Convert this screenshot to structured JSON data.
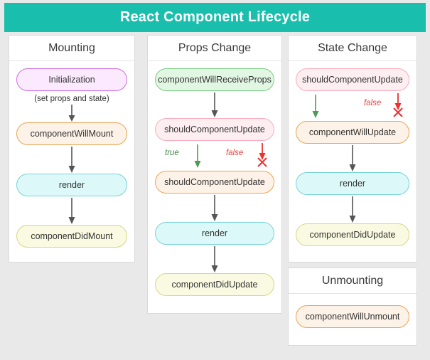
{
  "header": {
    "title": "React Component Lifecycle",
    "bg_color": "#19bfac",
    "text_color": "#ffffff"
  },
  "colors": {
    "background": "#e9e9e9",
    "panel": "#ffffff",
    "purple_border": "#d06fe0",
    "purple_fill": "#fbe9fd",
    "orange_border": "#eaa454",
    "orange_fill": "#fdf2e7",
    "cyan_border": "#77d2d4",
    "cyan_fill": "#ddf8f8",
    "yellow_border": "#d6d68a",
    "yellow_fill": "#fafae2",
    "green_border": "#78cd82",
    "green_fill": "#e2f7e3",
    "pink_border": "#f8adbd",
    "pink_fill": "#fdeef1",
    "true_label": "#3d8b43",
    "false_label": "#f04040",
    "arrow_gray": "#555555",
    "arrow_green": "#4f9b57",
    "arrow_red": "#f03030"
  },
  "chart_data": {
    "type": "diagram",
    "title": "React Component Lifecycle",
    "columns": [
      {
        "id": "mounting",
        "title": "Mounting",
        "nodes": [
          {
            "label": "Initialization",
            "color": "purple",
            "note": "(set props and state)"
          },
          {
            "label": "componentWillMount",
            "color": "orange"
          },
          {
            "label": "render",
            "color": "cyan"
          },
          {
            "label": "componentDidMount",
            "color": "yellow"
          }
        ],
        "edges": [
          {
            "from": "Initialization",
            "to": "componentWillMount",
            "label": "",
            "style": "gray"
          },
          {
            "from": "componentWillMount",
            "to": "render",
            "label": "",
            "style": "gray"
          },
          {
            "from": "render",
            "to": "componentDidMount",
            "label": "",
            "style": "gray"
          }
        ]
      },
      {
        "id": "props-change",
        "title": "Props Change",
        "nodes": [
          {
            "label": "componentWillReceiveProps",
            "color": "green"
          },
          {
            "label": "shouldComponentUpdate",
            "color": "pink"
          },
          {
            "label": "shouldComponentUpdate",
            "color": "orange"
          },
          {
            "label": "render",
            "color": "cyan"
          },
          {
            "label": "componentDidUpdate",
            "color": "yellow"
          }
        ],
        "edges": [
          {
            "from": "componentWillReceiveProps",
            "to": "shouldComponentUpdate",
            "label": "",
            "style": "gray"
          },
          {
            "from": "shouldComponentUpdate",
            "to": "shouldComponentUpdate",
            "label": "true",
            "style": "green"
          },
          {
            "from": "shouldComponentUpdate",
            "to": "(stop)",
            "label": "false",
            "style": "red-x"
          },
          {
            "from": "shouldComponentUpdate",
            "to": "render",
            "label": "",
            "style": "gray"
          },
          {
            "from": "render",
            "to": "componentDidUpdate",
            "label": "",
            "style": "gray"
          }
        ]
      },
      {
        "id": "state-change",
        "title": "State Change",
        "nodes": [
          {
            "label": "shouldComponentUpdate",
            "color": "pink"
          },
          {
            "label": "componentWillUpdate",
            "color": "orange"
          },
          {
            "label": "render",
            "color": "cyan"
          },
          {
            "label": "componentDidUpdate",
            "color": "yellow"
          }
        ],
        "edges": [
          {
            "from": "shouldComponentUpdate",
            "to": "componentWillUpdate",
            "label": "",
            "style": "green"
          },
          {
            "from": "shouldComponentUpdate",
            "to": "(stop)",
            "label": "false",
            "style": "red-x"
          },
          {
            "from": "componentWillUpdate",
            "to": "render",
            "label": "",
            "style": "gray"
          },
          {
            "from": "render",
            "to": "componentDidUpdate",
            "label": "",
            "style": "gray"
          }
        ]
      },
      {
        "id": "unmounting",
        "title": "Unmounting",
        "nodes": [
          {
            "label": "componentWillUnmount",
            "color": "orange"
          }
        ],
        "edges": []
      }
    ]
  },
  "mounting": {
    "title": "Mounting",
    "initialization": "Initialization",
    "initialization_note": "(set props and state)",
    "component_will_mount": "componentWillMount",
    "render": "render",
    "component_did_mount": "componentDidMount"
  },
  "props_change": {
    "title": "Props Change",
    "component_will_receive_props": "componentWillReceiveProps",
    "should_component_update": "shouldComponentUpdate",
    "should_component_update_2": "shouldComponentUpdate",
    "label_true": "true",
    "label_false": "false",
    "render": "render",
    "component_did_update": "componentDidUpdate"
  },
  "state_change": {
    "title": "State Change",
    "should_component_update": "shouldComponentUpdate",
    "label_false": "false",
    "component_will_update": "componentWillUpdate",
    "render": "render",
    "component_did_update": "componentDidUpdate"
  },
  "unmounting": {
    "title": "Unmounting",
    "component_will_unmount": "componentWillUnmount"
  }
}
